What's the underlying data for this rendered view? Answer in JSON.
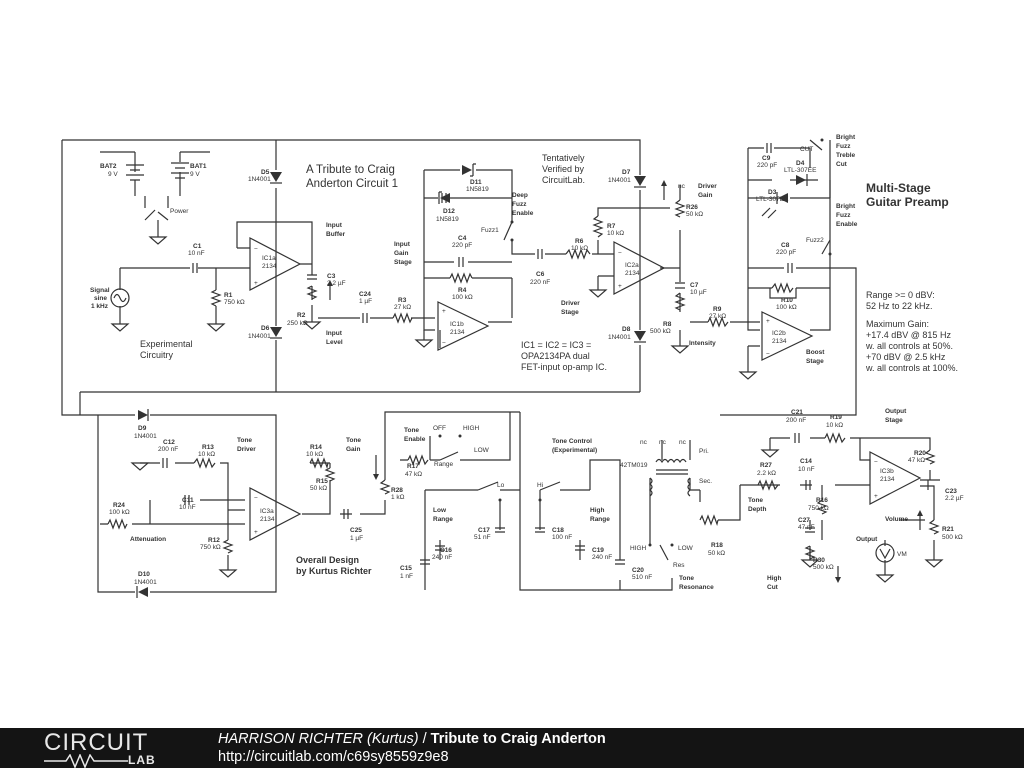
{
  "footer": {
    "logo_circuit": "CIRCUIT",
    "logo_lab": "LAB",
    "author": "HARRISON RICHTER (Kurtus)",
    "separator": "/",
    "title": "Tribute to Craig Anderton",
    "url": "http://circuitlab.com/c69sy8559z9e8"
  },
  "notes": {
    "title_line1": "A Tribute to Craig",
    "title_line2": "Anderton Circuit 1",
    "verified_line1": "Tentatively",
    "verified_line2": "Verified by",
    "verified_line3": "CircuitLab.",
    "ic_line1": "IC1 = IC2 = IC3 =",
    "ic_line2": "OPA2134PA dual",
    "ic_line3": "FET-input op-amp IC.",
    "experimental_line1": "Experimental",
    "experimental_line2": "Circuitry",
    "overall_line1": "Overall Design",
    "overall_line2": "by Kurtus Richter",
    "preamp_line1": "Multi-Stage",
    "preamp_line2": "Guitar Preamp",
    "range_line1": "Range >= 0 dBV:",
    "range_line2": "52 Hz to 22 kHz.",
    "gain_line1": "Maximum Gain:",
    "gain_line2": "+17.4 dBV @ 815 Hz",
    "gain_line3": "w. all controls at 50%.",
    "gain_line4": "+70 dBV @ 2.5 kHz",
    "gain_line5": "w. all controls at 100%."
  },
  "labels": {
    "bat2": "BAT2",
    "bat2_v": "9 V",
    "bat1": "BAT1",
    "bat1_v": "9 V",
    "power": "Power",
    "d5": "D5",
    "d5_p": "1N4001",
    "d6": "D6",
    "d6_p": "1N4001",
    "d7": "D7",
    "d7_p": "1N4001",
    "d8": "D8",
    "d8_p": "1N4001",
    "d9": "D9",
    "d9_p": "1N4001",
    "d10": "D10",
    "d10_p": "1N4001",
    "d11": "D11",
    "d11_p": "1N5819",
    "d12": "D12",
    "d12_p": "1N5819",
    "d3": "D3",
    "d3_p": "LTL-307EE",
    "d4": "D4",
    "d4_p": "LTL-307EE",
    "c1": "C1",
    "c1_v": "10 nF",
    "c3": "C3",
    "c3_v": "2.2 µF",
    "c4": "C4",
    "c4_v": "220 pF",
    "c6": "C6",
    "c6_v": "220 nF",
    "c7": "C7",
    "c7_v": "10 µF",
    "c8": "C8",
    "c8_v": "220 pF",
    "c9": "C9",
    "c9_v": "220 pF",
    "c11": "C11",
    "c11_v": "10 nF",
    "c12": "C12",
    "c12_v": "200 nF",
    "c14": "C14",
    "c14_v": "10 nF",
    "c15": "C15",
    "c15_v": "1 nF",
    "c16": "C16",
    "c16_v": "240 nF",
    "c17": "C17",
    "c17_v": "51 nF",
    "c18": "C18",
    "c18_v": "100 nF",
    "c19": "C19",
    "c19_v": "240 nF",
    "c20": "C20",
    "c20_v": "510 nF",
    "c21": "C21",
    "c21_v": "200 nF",
    "c23": "C23",
    "c23_v": "2.2 µF",
    "c24": "C24",
    "c24_v": "1 µF",
    "c25": "C25",
    "c25_v": "1 µF",
    "c27": "C27",
    "c27_v": "47 nF",
    "r1": "R1",
    "r1_v": "750 kΩ",
    "r2": "R2",
    "r2_v": "250 kΩ",
    "r3": "R3",
    "r3_v": "27 kΩ",
    "r4": "R4",
    "r4_v": "100 kΩ",
    "r6": "R6",
    "r6_v": "10 kΩ",
    "r7": "R7",
    "r7_v": "10 kΩ",
    "r8": "R8",
    "r8_v": "500 kΩ",
    "r9": "R9",
    "r9_v": "27 kΩ",
    "r10": "R10",
    "r10_v": "100 kΩ",
    "r12": "R12",
    "r12_v": "750 kΩ",
    "r13": "R13",
    "r13_v": "10 kΩ",
    "r14": "R14",
    "r14_v": "10 kΩ",
    "r15": "R15",
    "r15_v": "50 kΩ",
    "r16": "R16",
    "r16_v": "750 kΩ",
    "r17": "R17",
    "r17_v": "47 kΩ",
    "r18": "R18",
    "r18_v": "50 kΩ",
    "r19": "R19",
    "r19_v": "10 kΩ",
    "r20": "R20",
    "r20_v": "47 kΩ",
    "r21": "R21",
    "r21_v": "500 kΩ",
    "r24": "R24",
    "r24_v": "100 kΩ",
    "r26": "R26",
    "r26_v": "50 kΩ",
    "r27": "R27",
    "r27_v": "2.2 kΩ",
    "r28": "R28",
    "r28_v": "1 kΩ",
    "r30": "R30",
    "r30_v": "500 kΩ",
    "ic1a": "IC1a",
    "ic1b": "IC1b",
    "ic2a": "IC2a",
    "ic2b": "IC2b",
    "ic3a": "IC3a",
    "ic3b": "IC3b",
    "ic_part": "2134",
    "signal": "Signal",
    "sine": "sine",
    "freq": "1 kHz",
    "input_buffer_1": "Input",
    "input_buffer_2": "Buffer",
    "input_level_1": "Input",
    "input_level_2": "Level",
    "input_gain_1": "Input",
    "input_gain_2": "Gain",
    "input_gain_3": "Stage",
    "deep_fuzz_1": "Deep",
    "deep_fuzz_2": "Fuzz",
    "deep_fuzz_3": "Enable",
    "fuzz1": "Fuzz1",
    "driver_gain_1": "Driver",
    "driver_gain_2": "Gain",
    "nc": "nc",
    "driver_stage_1": "Driver",
    "driver_stage_2": "Stage",
    "intensity": "Intensity",
    "boost_1": "Boost",
    "boost_2": "Stage",
    "cut": "CUT",
    "bright_cut_1": "Bright",
    "bright_cut_2": "Fuzz",
    "bright_cut_3": "Treble",
    "bright_cut_4": "Cut",
    "bright_en_1": "Bright",
    "bright_en_2": "Fuzz",
    "bright_en_3": "Enable",
    "fuzz2": "Fuzz2",
    "tone_driver_1": "Tone",
    "tone_driver_2": "Driver",
    "tone_gain_1": "Tone",
    "tone_gain_2": "Gain",
    "attenuation": "Attenuation",
    "tone_enable_1": "Tone",
    "tone_enable_2": "Enable",
    "off": "OFF",
    "high": "HIGH",
    "low": "LOW",
    "range": "Range",
    "lo": "Lo",
    "hi": "Hi",
    "tone_control_1": "Tone Control",
    "tone_control_2": "(Experimental)",
    "low_range_1": "Low",
    "low_range_2": "Range",
    "high_range_1": "High",
    "high_range_2": "Range",
    "transformer": "42TM019",
    "pri": "Pri.",
    "sec": "Sec.",
    "res_high": "HIGH",
    "res_low": "LOW",
    "res": "Res",
    "tone_res_1": "Tone",
    "tone_res_2": "Resonance",
    "tone_depth_1": "Tone",
    "tone_depth_2": "Depth",
    "high_cut_1": "High",
    "high_cut_2": "Cut",
    "output_stage_1": "Output",
    "output_stage_2": "Stage",
    "volume": "Volume",
    "output": "Output",
    "vm": "VM"
  }
}
